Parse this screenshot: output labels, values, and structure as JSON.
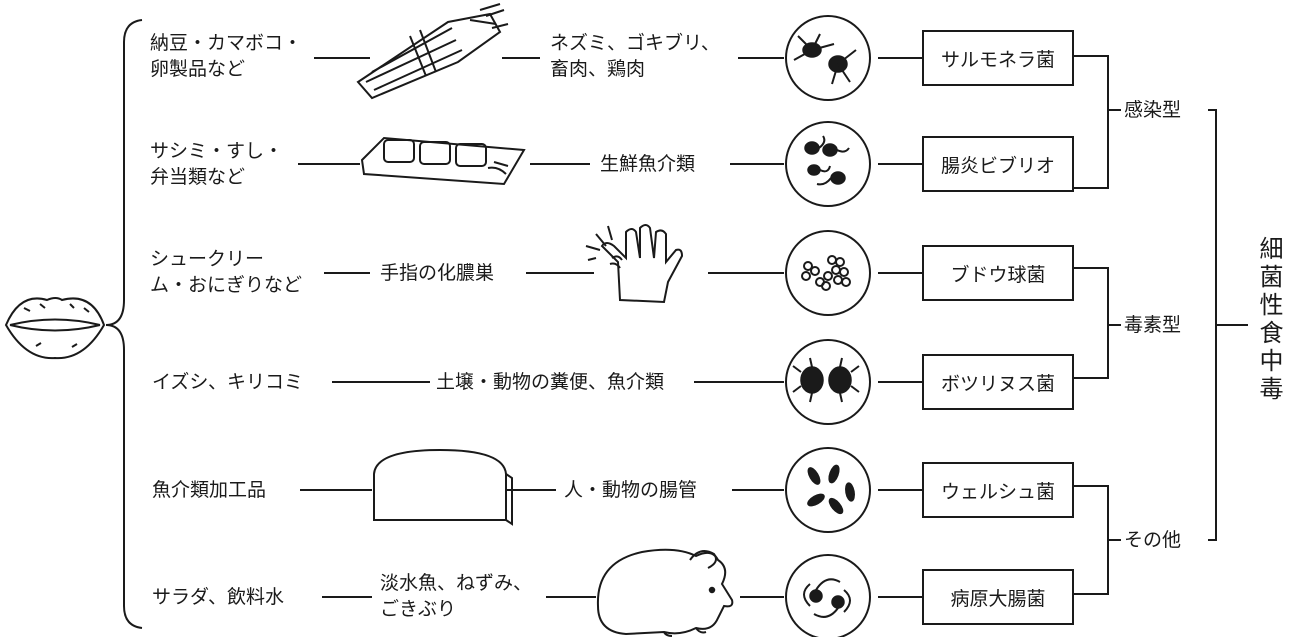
{
  "categories": {
    "root": "細菌性食中毒",
    "infection": "感染型",
    "toxin": "毒素型",
    "other": "その他"
  },
  "rows": [
    {
      "food": [
        "納豆・カマボコ・",
        "卵製品など"
      ],
      "source": [
        "ネズミ、ゴキブリ、",
        "畜肉、鶏肉"
      ],
      "bacteria": "サルモネラ菌",
      "food_icon": "meat-bundle-icon",
      "microbe_icon": "salmonella-icon"
    },
    {
      "food": [
        "サシミ・すし・",
        "弁当類など"
      ],
      "source": [
        "生鮮魚介類"
      ],
      "bacteria": "腸炎ビブリオ",
      "food_icon": "sushi-tray-icon",
      "microbe_icon": "vibrio-icon"
    },
    {
      "food": [
        "シュークリー",
        "ム・おにぎりなど"
      ],
      "source": [
        "手指の化膿巣"
      ],
      "bacteria": "ブドウ球菌",
      "food_icon": "bandaged-hand-icon",
      "microbe_icon": "staphylococcus-icon"
    },
    {
      "food": [
        "イズシ、キリコミ"
      ],
      "source": [
        "土壌・動物の糞便、魚介類"
      ],
      "bacteria": "ボツリヌス菌",
      "food_icon": "",
      "microbe_icon": "botulinum-icon"
    },
    {
      "food": [
        "魚介類加工品"
      ],
      "source": [
        "人・動物の腸管"
      ],
      "bacteria": "ウェルシュ菌",
      "food_icon": "canned-food-icon",
      "microbe_icon": "welchii-icon"
    },
    {
      "food": [
        "サラダ、飲料水"
      ],
      "source": [
        "淡水魚、ねずみ、",
        "ごきぶり"
      ],
      "bacteria": "病原大腸菌",
      "food_icon": "mouse-icon",
      "microbe_icon": "ecoli-icon"
    }
  ],
  "mouth_icon": "mouth-icon"
}
